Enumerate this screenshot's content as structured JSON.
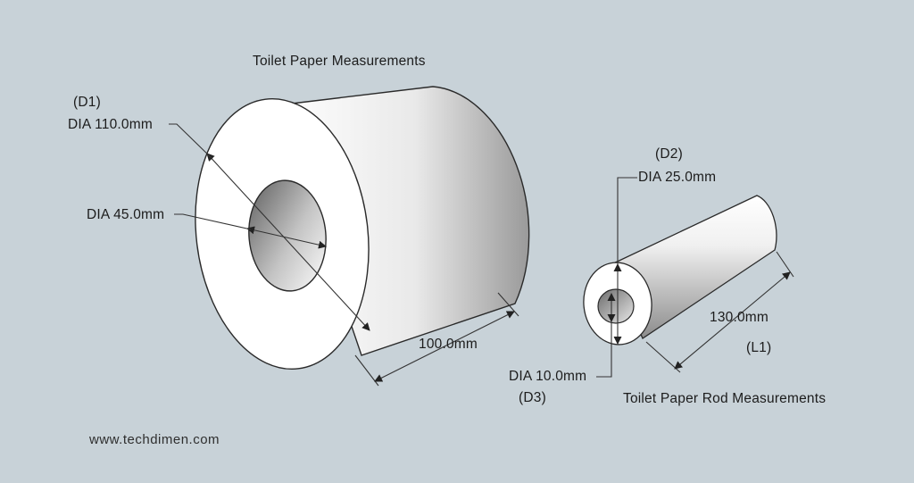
{
  "titles": {
    "paper": "Toilet Paper Measurements",
    "rod": "Toilet Paper Rod Measurements"
  },
  "paper_roll": {
    "outer_diameter": {
      "tag": "(D1)",
      "value": "DIA 110.0mm"
    },
    "inner_diameter": {
      "value": "DIA 45.0mm"
    },
    "length": {
      "value": "100.0mm"
    }
  },
  "rod": {
    "outer_diameter": {
      "tag": "(D2)",
      "value": "DIA 25.0mm"
    },
    "inner_diameter": {
      "tag": "(D3)",
      "value": "DIA 10.0mm"
    },
    "length": {
      "tag": "(L1)",
      "value": "130.0mm"
    }
  },
  "website": "www.techdimen.com",
  "colors": {
    "background": "#c8d2d8",
    "face": "#ffffff",
    "outline": "#2a2a2a",
    "dimension_line": "#333333"
  }
}
